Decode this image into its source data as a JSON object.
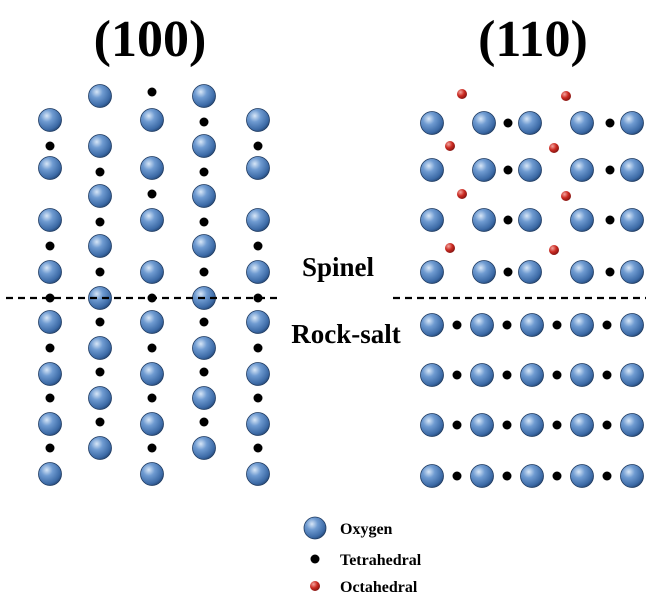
{
  "panels": {
    "left_title": "(100)",
    "right_title": "(110)"
  },
  "regions": {
    "upper": "Spinel",
    "lower": "Rock-salt"
  },
  "legend": {
    "oxygen": "Oxygen",
    "tetrahedral": "Tetrahedral",
    "octahedral": "Octahedral"
  },
  "colors": {
    "oxygen": "#4d7fb9",
    "tetrahedral": "#000000",
    "octahedral": "#c0241c"
  }
}
